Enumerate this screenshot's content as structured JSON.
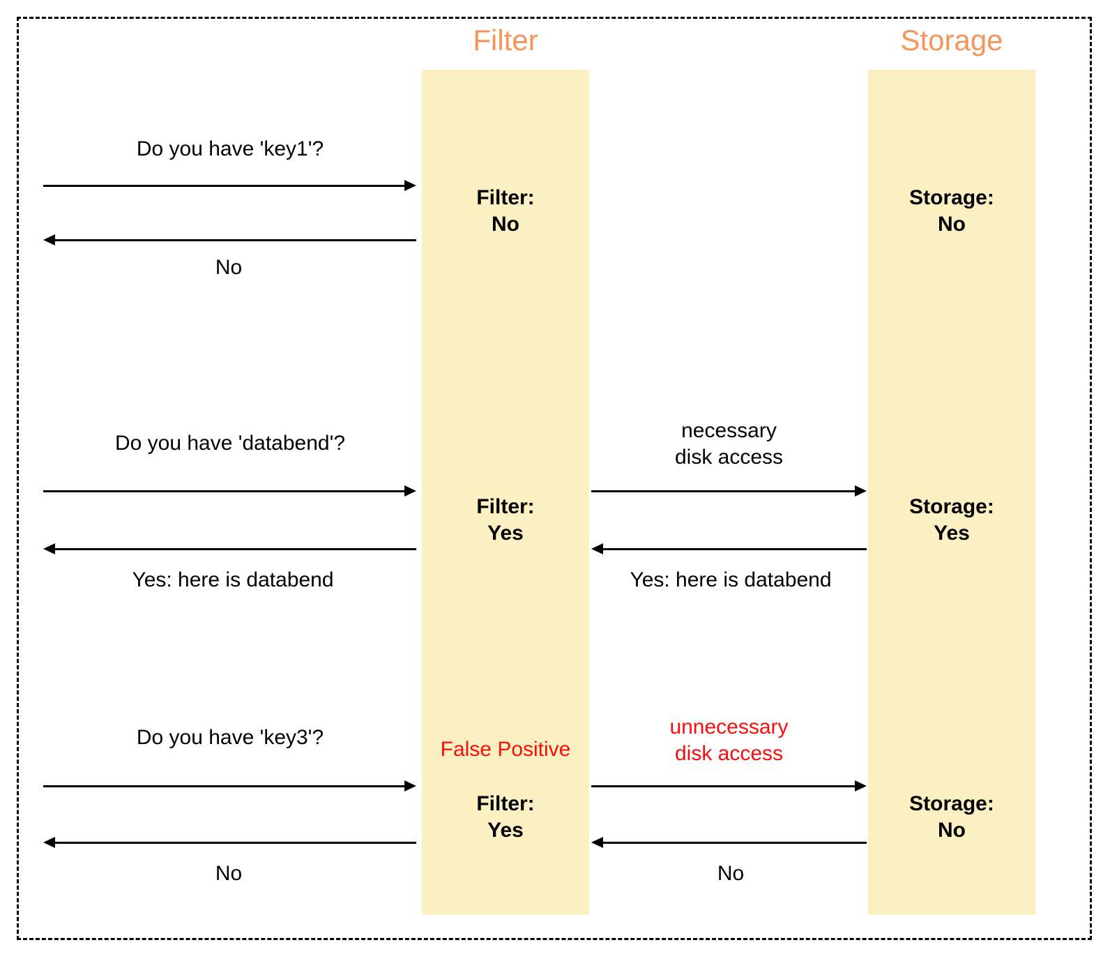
{
  "lane_titles": {
    "filter": "Filter",
    "storage": "Storage"
  },
  "colors": {
    "lane_fill": "#FCF0C2",
    "title_orange": "#F7945A",
    "alert_red": "#F90D0B",
    "arrow_black": "#000000"
  },
  "sections": [
    {
      "query": "Do you have 'key1'?",
      "client_response": "No",
      "filter_label": "Filter:",
      "filter_value": "No",
      "storage_label": "Storage:",
      "storage_value": "No"
    },
    {
      "query": "Do you have 'databend'?",
      "client_response": "Yes: here is databend",
      "filter_label": "Filter:",
      "filter_value": "Yes",
      "disk_note_line1": "necessary",
      "disk_note_line2": "disk access",
      "storage_label": "Storage:",
      "storage_value": "Yes",
      "storage_response": "Yes: here is databend"
    },
    {
      "query": "Do you have 'key3'?",
      "annotation": "False Positive",
      "client_response": "No",
      "filter_label": "Filter:",
      "filter_value": "Yes",
      "disk_note_line1": "unnecessary",
      "disk_note_line2": "disk access",
      "storage_label": "Storage:",
      "storage_value": "No",
      "storage_response": "No"
    }
  ]
}
